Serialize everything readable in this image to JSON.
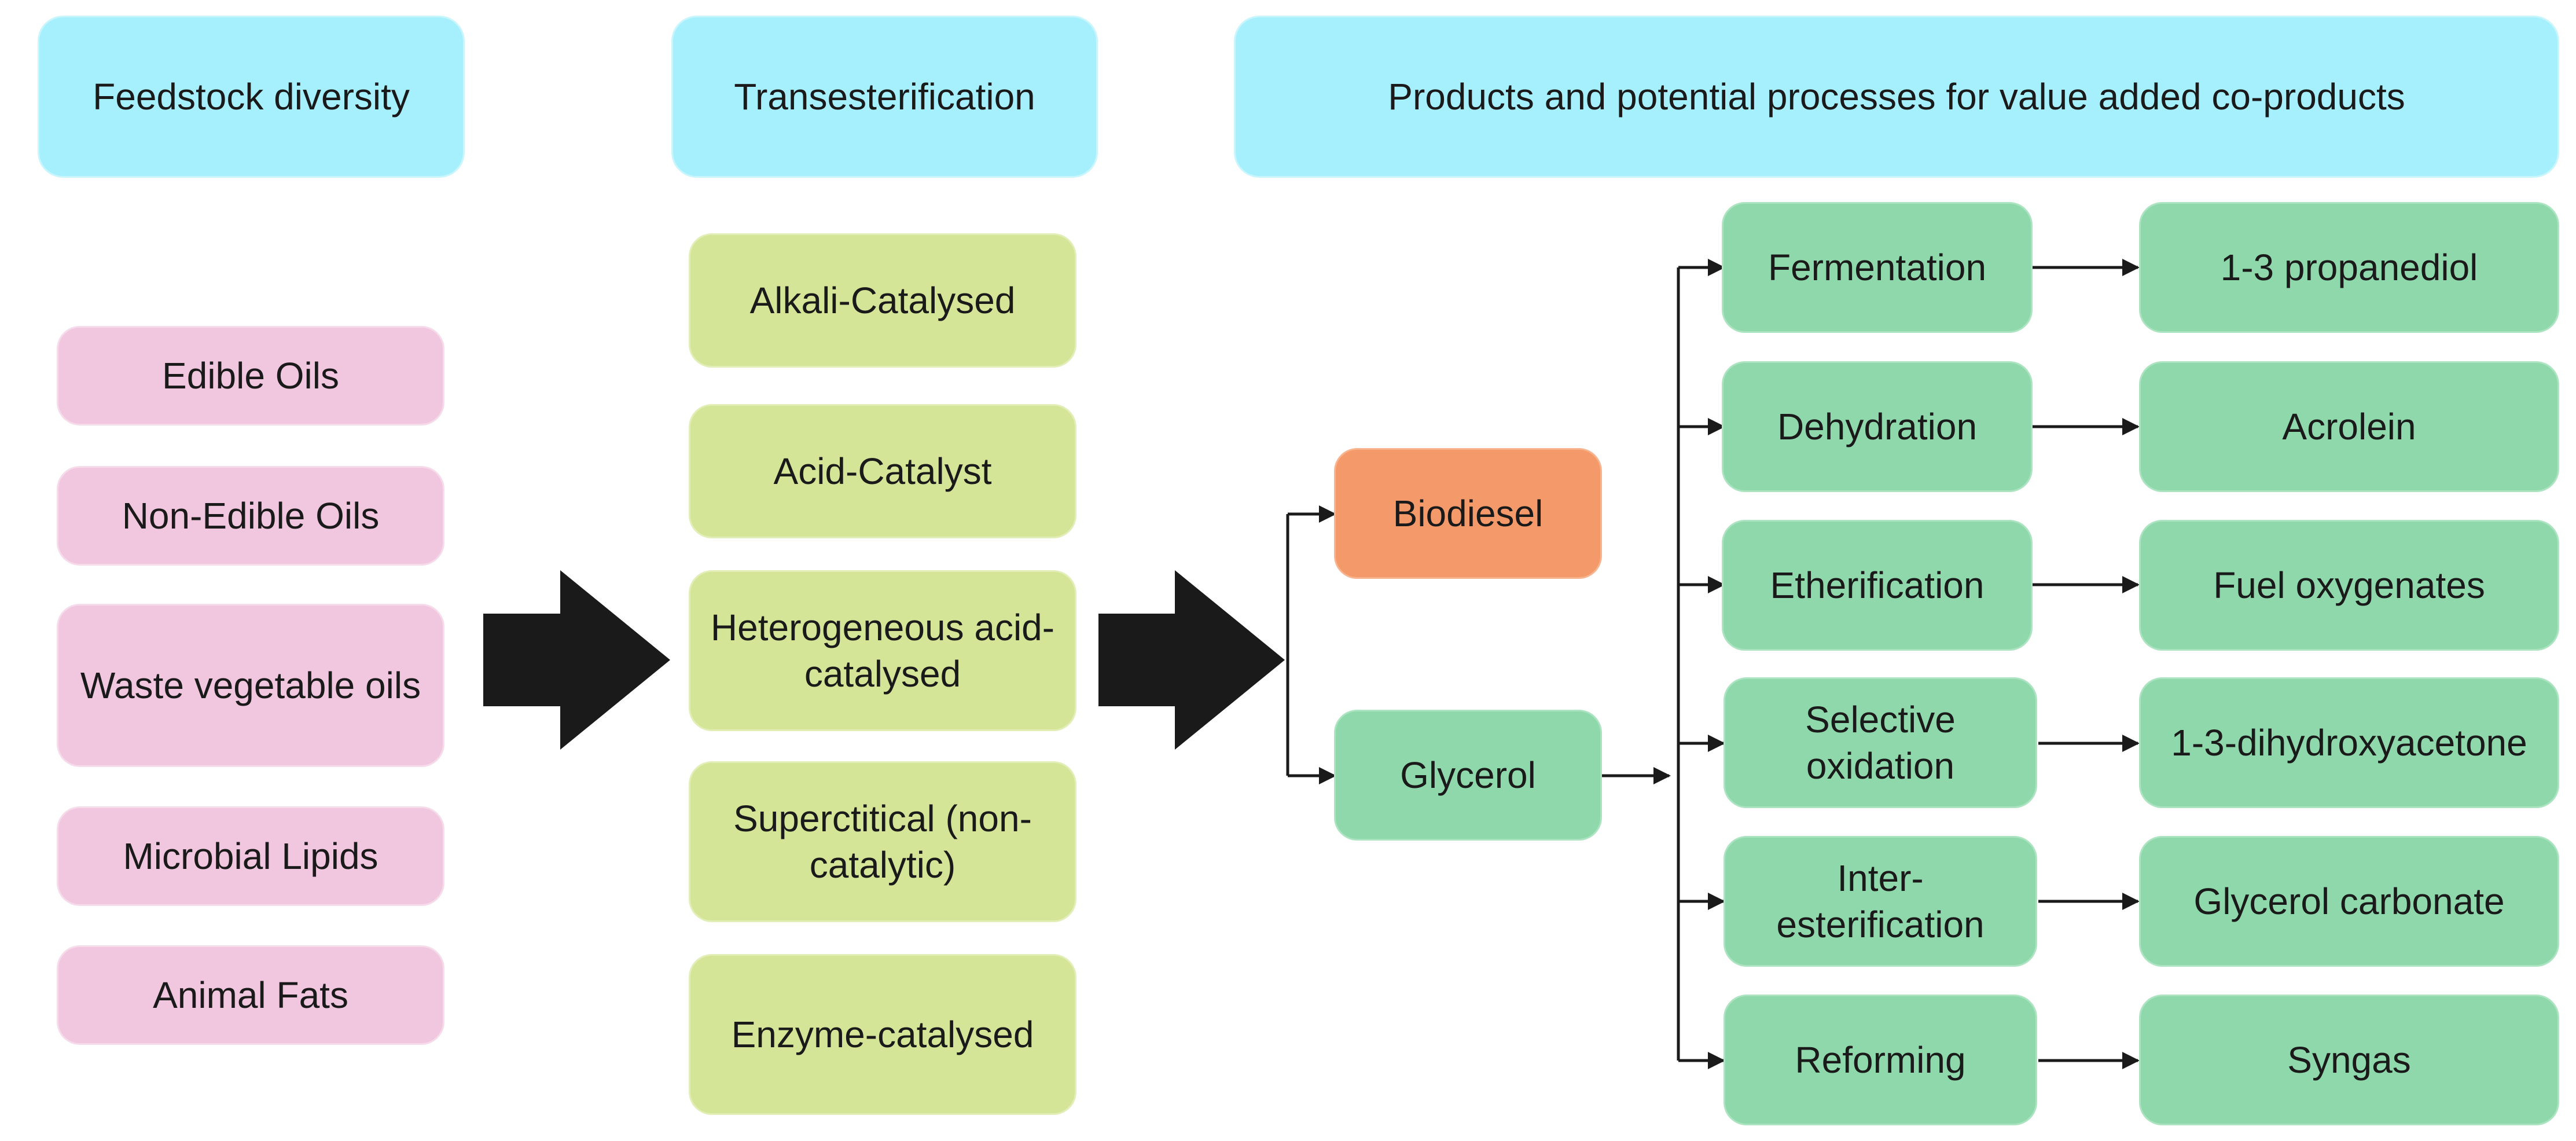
{
  "headers": {
    "feedstock": "Feedstock diversity",
    "transesterification": "Transesterification",
    "products": "Products and potential processes for value added co-products"
  },
  "feedstocks": [
    "Edible Oils",
    "Non-Edible Oils",
    "Waste vegetable oils",
    "Microbial Lipids",
    "Animal Fats"
  ],
  "methods": [
    "Alkali-Catalysed",
    "Acid-Catalyst",
    "Heterogeneous acid-catalysed",
    "Superctitical (non-catalytic)",
    "Enzyme-catalysed"
  ],
  "outputs": {
    "biodiesel": "Biodiesel",
    "glycerol": "Glycerol"
  },
  "processes": [
    "Fermentation",
    "Dehydration",
    "Etherification",
    "Selective oxidation",
    "Inter-esterification",
    "Reforming"
  ],
  "coproducts": [
    "1-3 propanediol",
    "Acrolein",
    "Fuel oxygenates",
    "1-3-dihydroxyacetone",
    "Glycerol carbonate",
    "Syngas"
  ],
  "colors": {
    "header": "#a6f0fd",
    "feedstock": "#f1c6df",
    "method": "#d4e597",
    "biodiesel": "#f49a6a",
    "glycerol_chain": "#8fd8ab",
    "arrow": "#1a1a1a"
  }
}
